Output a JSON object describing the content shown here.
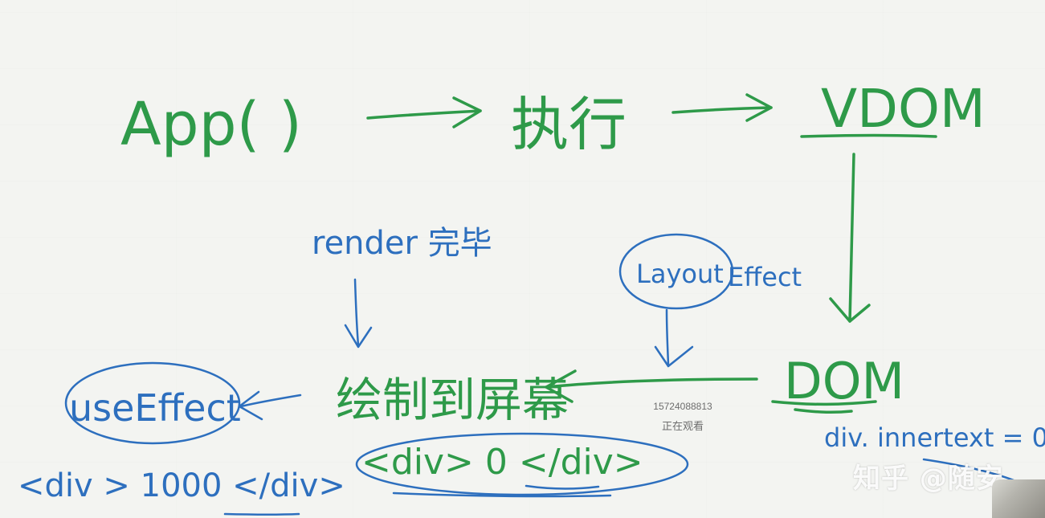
{
  "diagram": {
    "app_call": "App(  )",
    "execute": "执行",
    "vdom": "VDOM",
    "dom": "DOM",
    "render_done": "render 完毕",
    "layout_effect_circled": "Layout",
    "layout_effect_rest": "Effect",
    "paint": "绘制到屏幕",
    "use_effect": "useEffect",
    "div_zero": "<div> 0 </div>",
    "div_thousand": "<div > 1000 </div>",
    "inner_text": "div. innertext = 0"
  },
  "overlay": {
    "viewer_id": "15724088813",
    "viewer_status": "正在观看",
    "brand": "知乎 @随安"
  },
  "colors": {
    "green": "#2e9a49",
    "blue": "#2d6fbe",
    "background": "#f3f4f1"
  }
}
